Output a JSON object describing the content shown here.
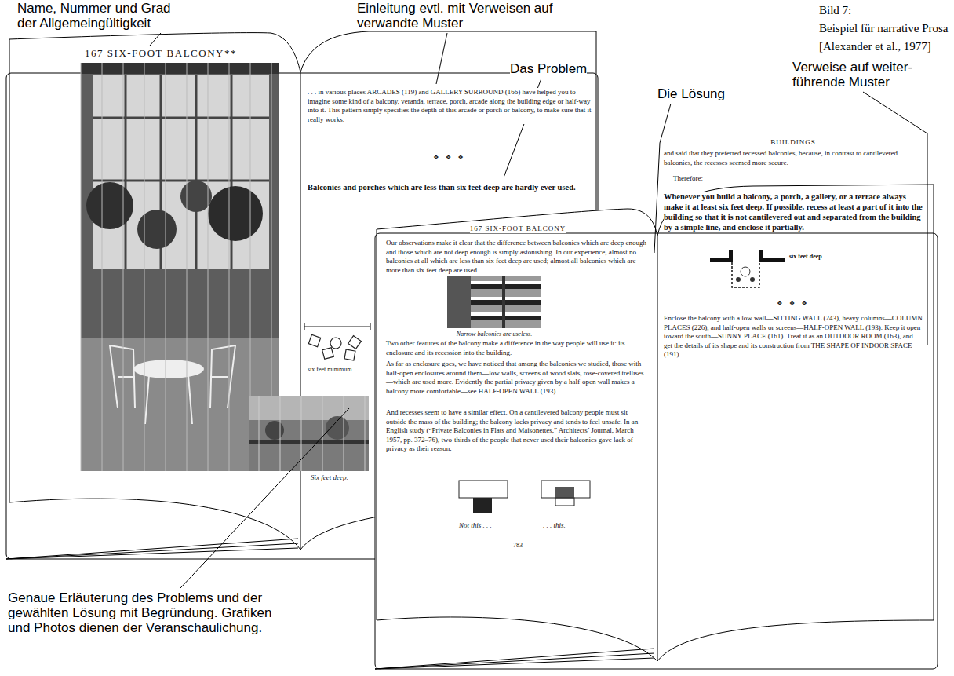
{
  "diagram": {
    "title": "Bild 7:",
    "caption": "Beispiel für narrative Prosa [Alexander et al., 1977]",
    "nodes": [
      {
        "text": [
          "167 SIX-FOOT BALCONY**"
        ]
      },
      {
        "text": [
          ". . . in various places ARCADES (119) and GALLERY SURROUND (166) have helped you to imagine some kind of a balcony, veranda, terrace, porch, arcade along the building edge or half-way into it. This pattern simply specifies the depth of this arcade or porch or balcony, to make sure that it really works.",
          "❖ ❖ ❖",
          "Balconies and porches which are less than six feet deep are hardly ever used.",
          "six feet minimum",
          "Six feet deep."
        ]
      },
      {
        "text": [
          "167 SIX-FOOT BALCONY",
          "Our observations make it clear that the difference between balconies which are deep enough and those which are not deep enough is simply astonishing. In our experience, almost no balconies at all which are less than six feet deep are used; almost all balconies which are more than six feet deep are used.",
          "Narrow balconies are useless.",
          "Two other features of the balcony make a difference in the way people will use it: its enclosure and its recession into the building.",
          "As far as enclosure goes, we have noticed that among the balconies we studied, those with half-open enclosures around them—low walls, screens of wood slats, rose-covered trellises—which are used more. Evidently the partial privacy given by a half-open wall makes a balcony more comfortable—see HALF-OPEN WALL (193).",
          "And recesses seem to have a similar effect. On a cantilevered balcony people must sit outside the mass of the building; the balcony lacks privacy and tends to feel unsafe. In an English study (“Private Balconies in Flats and Maisonettes,” Architects’ Journal, March 1957, pp. 372–76), two-thirds of the people that never used their balconies gave lack of privacy as their reason,",
          "Not this . . .",
          ". . . this.",
          "783"
        ]
      },
      {
        "text": [
          "BUILDINGS",
          "and said that they preferred recessed balconies, because, in contrast to cantilevered balconies, the recesses seemed more secure.",
          "Therefore:",
          "Whenever you build a balcony, a porch, a gallery, or a terrace always make it at least six feet deep. If possible, recess at least a part of it into the building so that it is not cantilevered out and separated from the building by a simple line, and enclose it partially.",
          "six feet deep",
          "❖ ❖ ❖",
          "Enclose the balcony with a low wall—SITTING WALL (243), heavy columns—COLUMN PLACES (226), and half-open walls or screens—HALF-OPEN WALL (193). Keep it open toward the south—SUNNY PLACE (161). Treat it as an OUTDOOR ROOM (163), and get the details of its shape and its construction from THE SHAPE OF INDOOR SPACE (191). . . ."
        ]
      }
    ],
    "labels": [
      "Name, Nummer und Grad der Allgemeingültigkeit",
      "Einleitung evtl. mit Verweisen auf verwandte Muster",
      "Das Problem",
      "Die Lösung",
      "Verweise auf weiter-führende Muster",
      "Genaue Erläuterung des Problems und der gewählten Lösung mit Begründung. Grafiken und Photos dienen der Veranschaulichung."
    ]
  }
}
